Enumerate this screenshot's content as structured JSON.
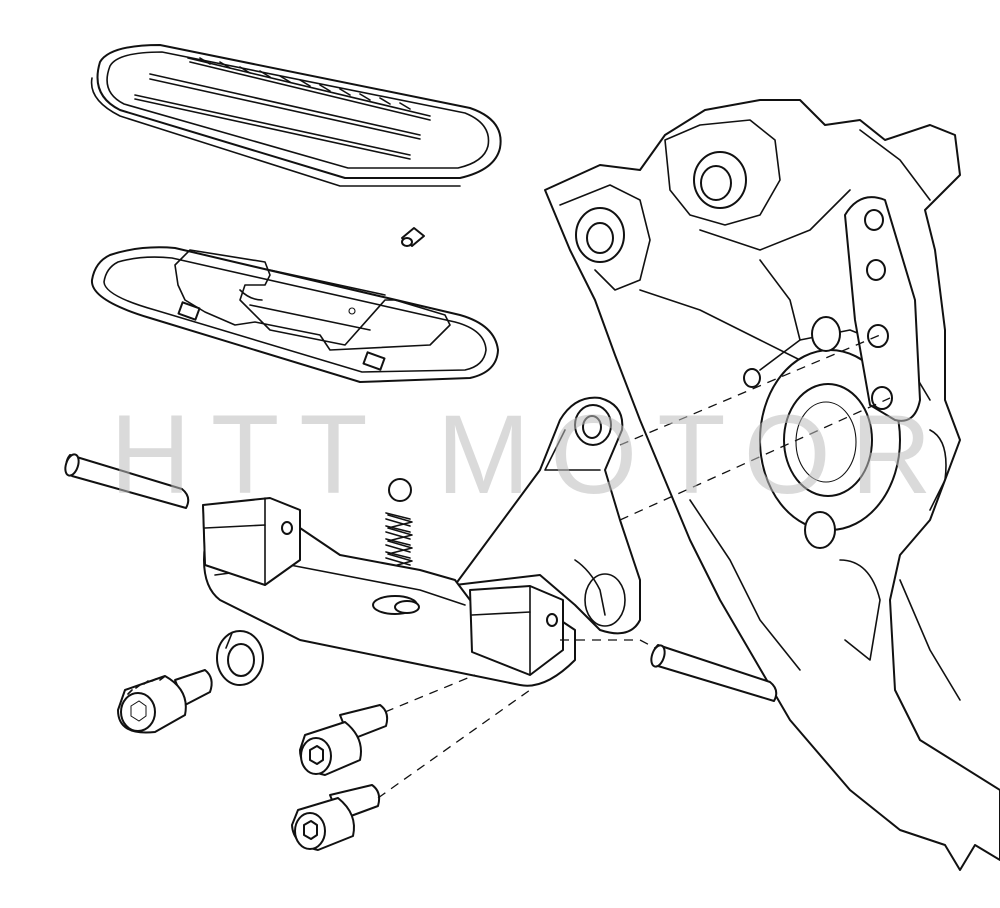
{
  "watermark": {
    "text": "HTT MOTOR",
    "color": "#bdbdbd"
  },
  "parts": [
    {
      "id": "footboard-pad",
      "icon": "footboard-pad"
    },
    {
      "id": "footboard-pan",
      "icon": "footboard-pan"
    },
    {
      "id": "set-screw",
      "icon": "set-screw"
    },
    {
      "id": "detent-ball",
      "icon": "ball"
    },
    {
      "id": "detent-spring",
      "icon": "spring"
    },
    {
      "id": "mount-bracket",
      "icon": "bracket"
    },
    {
      "id": "pivot-pin-left",
      "icon": "pin"
    },
    {
      "id": "pivot-pin-right",
      "icon": "pin"
    },
    {
      "id": "lock-washer",
      "icon": "washer"
    },
    {
      "id": "socket-head-cap-screw",
      "icon": "bolt"
    },
    {
      "id": "shoulder-bolt-upper",
      "icon": "bolt"
    },
    {
      "id": "shoulder-bolt-lower",
      "icon": "bolt"
    },
    {
      "id": "frame-mount-casting",
      "icon": "frame"
    }
  ],
  "style": {
    "line_color": "#111111",
    "background": "#ffffff"
  }
}
